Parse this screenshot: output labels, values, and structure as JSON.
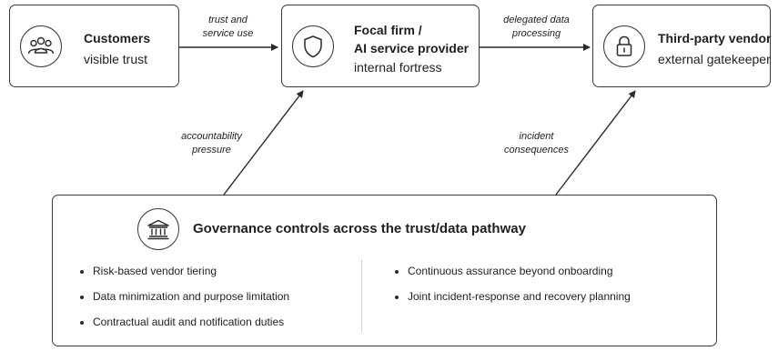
{
  "nodes": {
    "customers": {
      "title": "Customers",
      "subtitle": "visible trust",
      "icon": "people-icon"
    },
    "focal_firm": {
      "title_line1": "Focal firm /",
      "title_line2": "AI service provider",
      "subtitle": "internal fortress",
      "icon": "shield-icon"
    },
    "vendor": {
      "title": "Third-party vendor",
      "subtitle": "external gatekeeper",
      "icon": "padlock-icon"
    }
  },
  "edges": {
    "customers_to_focal": {
      "line1": "trust and",
      "line2": "service use"
    },
    "focal_to_vendor": {
      "line1": "delegated data",
      "line2": "processing"
    },
    "governance_to_focal": {
      "line1": "accountability",
      "line2": "pressure"
    },
    "governance_to_vendor": {
      "line1": "incident",
      "line2": "consequences"
    }
  },
  "governance": {
    "title": "Governance controls across the trust/data pathway",
    "icon": "institution-icon",
    "left_items": [
      "Risk-based vendor tiering",
      "Data minimization and purpose limitation",
      "Contractual audit and notification duties"
    ],
    "right_items": [
      "Continuous assurance beyond onboarding",
      "Joint incident-response and recovery planning"
    ]
  }
}
